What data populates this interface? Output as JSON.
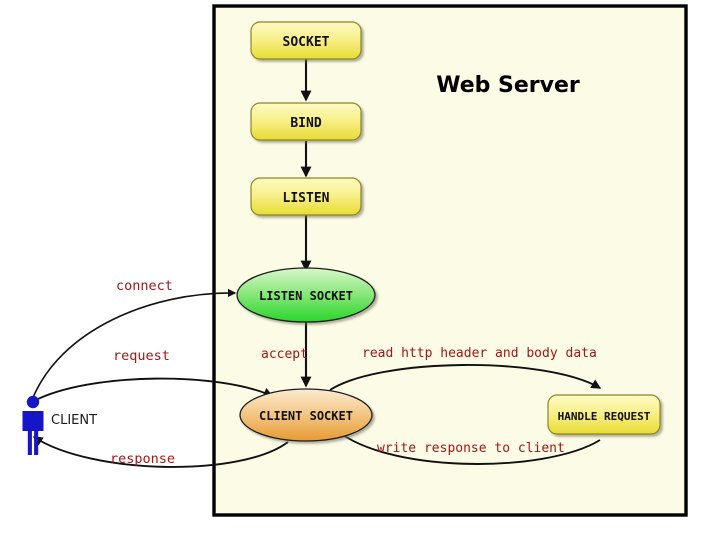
{
  "diagram": {
    "title": "Web Server",
    "frame": {
      "label": "web-server-boundary",
      "fill": "#fbfbe6",
      "stroke": "#000000"
    },
    "actor": {
      "label": "CLIENT",
      "color": "#1616c8"
    },
    "nodes": [
      {
        "id": "socket",
        "label": "SOCKET",
        "shape": "rounded-rect",
        "fill": "#f2ea72"
      },
      {
        "id": "bind",
        "label": "BIND",
        "shape": "rounded-rect",
        "fill": "#f2ea72"
      },
      {
        "id": "listen",
        "label": "LISTEN",
        "shape": "rounded-rect",
        "fill": "#f2ea72"
      },
      {
        "id": "listen-socket",
        "label": "LISTEN SOCKET",
        "shape": "ellipse",
        "fill": "#49e24b"
      },
      {
        "id": "client-socket",
        "label": "CLIENT SOCKET",
        "shape": "ellipse",
        "fill": "#eda94a"
      },
      {
        "id": "handle-request",
        "label": "HANDLE REQUEST",
        "shape": "rounded-rect",
        "fill": "#f2ea72"
      }
    ],
    "edges": [
      {
        "id": "socket-bind",
        "label": ""
      },
      {
        "id": "bind-listen",
        "label": ""
      },
      {
        "id": "listen-listensocket",
        "label": ""
      },
      {
        "id": "connect",
        "label": "connect"
      },
      {
        "id": "accept",
        "label": "accept"
      },
      {
        "id": "request",
        "label": "request"
      },
      {
        "id": "read-data",
        "label": "read http header and body data"
      },
      {
        "id": "write-response",
        "label": "write response to client"
      },
      {
        "id": "response",
        "label": "response"
      }
    ],
    "colors": {
      "edge_label": "#a01818",
      "arrow": "#111111",
      "frame_fill": "#fbfbe6",
      "yellow_top": "#fdf9b5",
      "yellow_bottom": "#ece03a",
      "green_top": "#cdf5c2",
      "green_bottom": "#2ed92e",
      "orange_top": "#fbe3bd",
      "orange_bottom": "#e79a33",
      "client_blue": "#1616c8"
    }
  }
}
